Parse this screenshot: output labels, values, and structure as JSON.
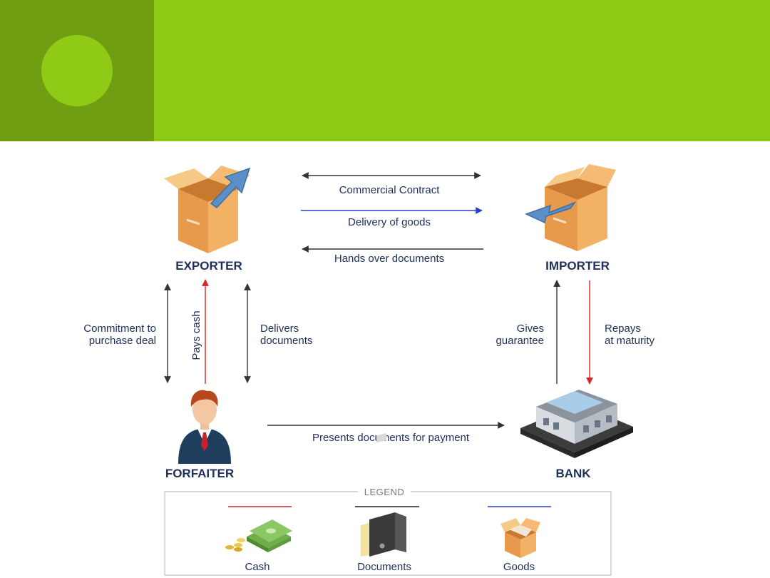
{
  "colors": {
    "header_dark": "#6f9e12",
    "header_light": "#8fcb16",
    "cash_line": "#d62828",
    "documents_line": "#222222",
    "goods_line": "#2a3bd0",
    "text": "#1f2f5a"
  },
  "nodes": {
    "exporter": "EXPORTER",
    "importer": "IMPORTER",
    "forfaiter": "FORFAITER",
    "bank": "BANK"
  },
  "flows": {
    "commercial_contract": "Commercial Contract",
    "delivery_of_goods": "Delivery of goods",
    "hands_over_documents": "Hands over documents",
    "commitment_line1": "Commitment to",
    "commitment_line2": "purchase deal",
    "pays_cash": "Pays cash",
    "delivers_line1": "Delivers",
    "delivers_line2": "documents",
    "gives_line1": "Gives",
    "gives_line2": "guarantee",
    "repays_line1": "Repays",
    "repays_line2": "at maturity",
    "presents_documents": "Presents documents for payment"
  },
  "legend": {
    "title": "LEGEND",
    "items": [
      {
        "label": "Cash",
        "icon": "cash-icon"
      },
      {
        "label": "Documents",
        "icon": "binder-icon"
      },
      {
        "label": "Goods",
        "icon": "box-icon"
      }
    ]
  }
}
